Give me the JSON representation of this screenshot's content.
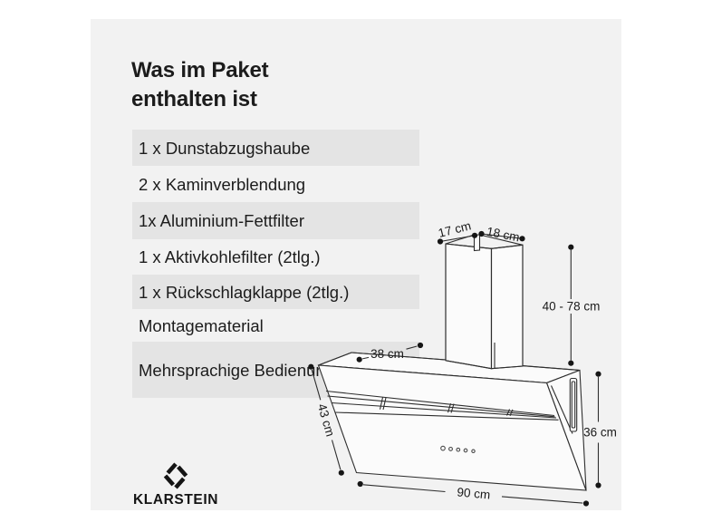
{
  "colors": {
    "page_background": "#ffffff",
    "card_background": "#f2f2f2",
    "row_highlight": "#e4e4e4",
    "text": "#1c1c1c",
    "line": "#2e2e2e"
  },
  "header": {
    "title_line1": "Was im Paket",
    "title_line2": "enthalten ist"
  },
  "package_list": {
    "items": [
      {
        "label": "1 x Dunstabzugshaube",
        "highlighted": true
      },
      {
        "label": "2 x Kaminverblendung",
        "highlighted": false
      },
      {
        "label": "1x Aluminium-Fettfilter",
        "highlighted": true
      },
      {
        "label": "1 x Aktivkohlefilter (2tlg.)",
        "highlighted": false
      },
      {
        "label": "1 x Rückschlagklappe (2tlg.)",
        "highlighted": true
      },
      {
        "label": "Montagematerial",
        "highlighted": false
      },
      {
        "label": "Mehrsprachige Bedienungsanleitung",
        "highlighted": true
      }
    ]
  },
  "diagram": {
    "labels": {
      "chimney_depth": "17 cm",
      "chimney_width": "18 cm",
      "chimney_height": "40 - 78 cm",
      "body_depth": "38 cm",
      "front_panel_height": "43 cm",
      "body_back_height": "36 cm",
      "body_width": "90 cm"
    }
  },
  "brand": {
    "name": "KLARSTEIN"
  }
}
